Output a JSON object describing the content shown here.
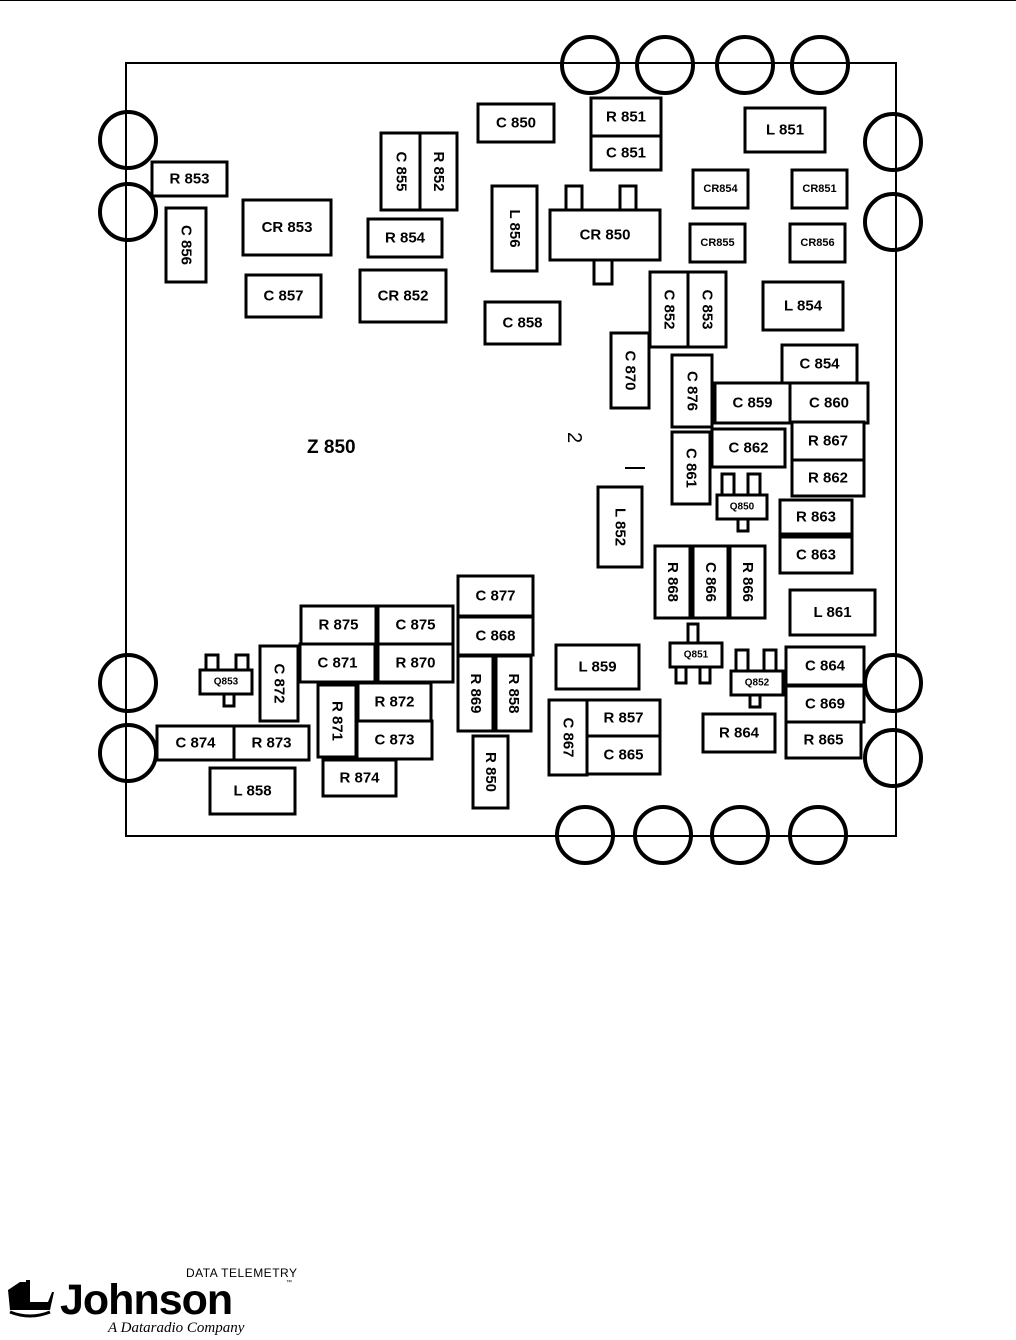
{
  "board": {
    "label": "Z 850",
    "marker": "2",
    "components": [
      {
        "id": "R 853",
        "kind": "resistor"
      },
      {
        "id": "C 856",
        "kind": "capacitor"
      },
      {
        "id": "CR 853",
        "kind": "diode"
      },
      {
        "id": "C 857",
        "kind": "capacitor"
      },
      {
        "id": "C 855",
        "kind": "capacitor"
      },
      {
        "id": "R 852",
        "kind": "resistor"
      },
      {
        "id": "R 854",
        "kind": "resistor"
      },
      {
        "id": "CR 852",
        "kind": "diode"
      },
      {
        "id": "C 850",
        "kind": "capacitor"
      },
      {
        "id": "L 856",
        "kind": "inductor"
      },
      {
        "id": "C 858",
        "kind": "capacitor"
      },
      {
        "id": "CR 850",
        "kind": "diode"
      },
      {
        "id": "R 851",
        "kind": "resistor"
      },
      {
        "id": "C 851",
        "kind": "capacitor"
      },
      {
        "id": "L 851",
        "kind": "inductor"
      },
      {
        "id": "CR854",
        "kind": "diode"
      },
      {
        "id": "CR851",
        "kind": "diode"
      },
      {
        "id": "CR855",
        "kind": "diode"
      },
      {
        "id": "CR856",
        "kind": "diode"
      },
      {
        "id": "C 852",
        "kind": "capacitor"
      },
      {
        "id": "C 853",
        "kind": "capacitor"
      },
      {
        "id": "L 854",
        "kind": "inductor"
      },
      {
        "id": "C 870",
        "kind": "capacitor"
      },
      {
        "id": "C 854",
        "kind": "capacitor"
      },
      {
        "id": "C 876",
        "kind": "capacitor"
      },
      {
        "id": "C 859",
        "kind": "capacitor"
      },
      {
        "id": "C 860",
        "kind": "capacitor"
      },
      {
        "id": "C 861",
        "kind": "capacitor"
      },
      {
        "id": "C 862",
        "kind": "capacitor"
      },
      {
        "id": "R 867",
        "kind": "resistor"
      },
      {
        "id": "R 862",
        "kind": "resistor"
      },
      {
        "id": "Q850",
        "kind": "transistor"
      },
      {
        "id": "L 852",
        "kind": "inductor"
      },
      {
        "id": "R 863",
        "kind": "resistor"
      },
      {
        "id": "C 863",
        "kind": "capacitor"
      },
      {
        "id": "R 868",
        "kind": "resistor"
      },
      {
        "id": "C 866",
        "kind": "capacitor"
      },
      {
        "id": "R 866",
        "kind": "resistor"
      },
      {
        "id": "L 861",
        "kind": "inductor"
      },
      {
        "id": "C 877",
        "kind": "capacitor"
      },
      {
        "id": "C 868",
        "kind": "capacitor"
      },
      {
        "id": "R 875",
        "kind": "resistor"
      },
      {
        "id": "C 875",
        "kind": "capacitor"
      },
      {
        "id": "C 871",
        "kind": "capacitor"
      },
      {
        "id": "R 870",
        "kind": "resistor"
      },
      {
        "id": "Q853",
        "kind": "transistor"
      },
      {
        "id": "C 872",
        "kind": "capacitor"
      },
      {
        "id": "R 869",
        "kind": "resistor"
      },
      {
        "id": "R 858",
        "kind": "resistor"
      },
      {
        "id": "L 859",
        "kind": "inductor"
      },
      {
        "id": "Q851",
        "kind": "transistor"
      },
      {
        "id": "C 864",
        "kind": "capacitor"
      },
      {
        "id": "Q852",
        "kind": "transistor"
      },
      {
        "id": "C 869",
        "kind": "capacitor"
      },
      {
        "id": "R 872",
        "kind": "resistor"
      },
      {
        "id": "R 871",
        "kind": "resistor"
      },
      {
        "id": "C 873",
        "kind": "capacitor"
      },
      {
        "id": "C 874",
        "kind": "capacitor"
      },
      {
        "id": "R 873",
        "kind": "resistor"
      },
      {
        "id": "R 874",
        "kind": "resistor"
      },
      {
        "id": "L 858",
        "kind": "inductor"
      },
      {
        "id": "R 850",
        "kind": "resistor"
      },
      {
        "id": "C 867",
        "kind": "capacitor"
      },
      {
        "id": "R 857",
        "kind": "resistor"
      },
      {
        "id": "C 865",
        "kind": "capacitor"
      },
      {
        "id": "R 864",
        "kind": "resistor"
      },
      {
        "id": "R 865",
        "kind": "resistor"
      }
    ]
  },
  "logo": {
    "brand": "Johnson",
    "division": "DATA TELEMETRY",
    "trademark": "™",
    "tagline": "A Dataradio Company"
  }
}
